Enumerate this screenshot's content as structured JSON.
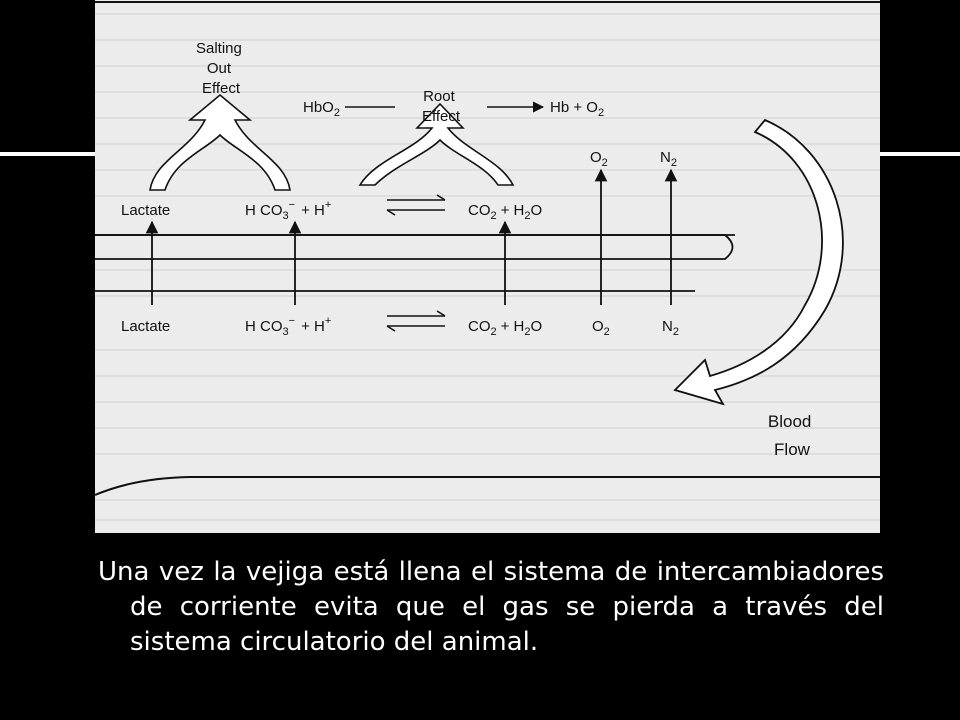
{
  "figure": {
    "salting_label": [
      "Salting",
      "Out",
      "Effect"
    ],
    "root_label": [
      "Root",
      "Effect"
    ],
    "hbo2": "HbO",
    "hbo2_sub": "2",
    "hb_o2": "Hb + O",
    "hb_o2_sub": "2",
    "top_row": {
      "lactate": "Lactate",
      "hco3": "H CO",
      "hco3_sub": "3",
      "hco3_sup": "−",
      "plus_h": "+  H",
      "h_sup": "+",
      "co2": "CO",
      "co2_sub": "2",
      "plus_h2o": "+ H",
      "h2o_sub": "2",
      "h2o_o": "O",
      "o2": "O",
      "o2_sub": "2",
      "n2": "N",
      "n2_sub": "2"
    },
    "bottom_row": {
      "lactate": "Lactate",
      "hco3": "H CO",
      "hco3_sub": "3",
      "hco3_sup": "−",
      "plus_h": "+  H",
      "h_sup": "+",
      "co2": "CO",
      "co2_sub": "2",
      "plus_h2o": "+ H",
      "h2o_sub": "2",
      "h2o_o": "O",
      "o2": "O",
      "o2_sub": "2",
      "n2": "N",
      "n2_sub": "2"
    },
    "blood_flow": [
      "Blood",
      "Flow"
    ]
  },
  "caption": "Una vez la vejiga está llena el sistema de intercambiadores de corriente evita que el gas se pierda a través del sistema circulatorio del animal."
}
